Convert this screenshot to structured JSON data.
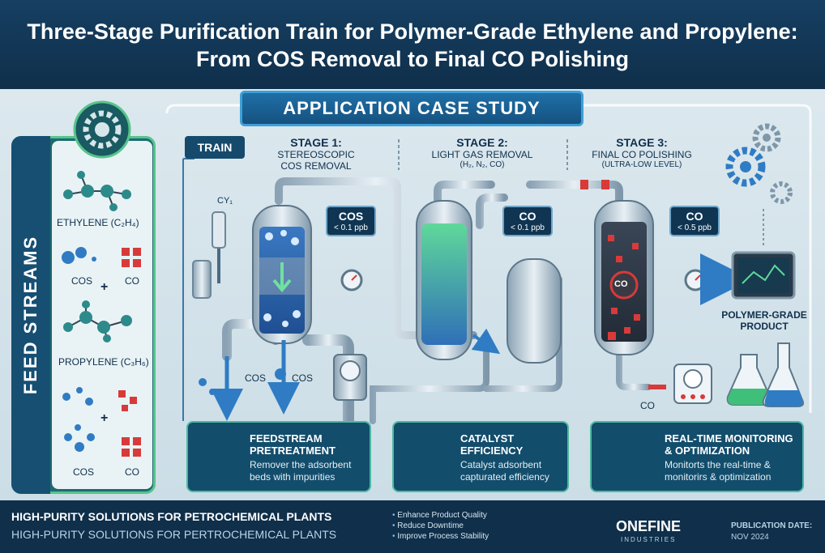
{
  "title": "Three-Stage Purification Train for Polymer-Grade Ethylene and Propylene: From COS Removal to Final CO Polishing",
  "banner": "APPLICATION CASE STUDY",
  "feed": {
    "panel_label": "FEED STREAMS",
    "ethylene": "ETHYLENE (C₂H₄)",
    "propylene": "PROPYLENE (C₃H₆)",
    "cos1": "COS",
    "co1": "CO",
    "cos2": "COS",
    "co2": "CO",
    "plus": "+"
  },
  "train_label": "TRAIN",
  "valve_label": "CY₁",
  "stages": [
    {
      "head": "STAGE 1:",
      "line1": "STEREOSCOPIC",
      "line2": "COS REMOVAL"
    },
    {
      "head": "STAGE 2:",
      "line1": "LIGHT GAS REMOVAL",
      "line2": "(H₂, N₂, CO)"
    },
    {
      "head": "STAGE 3:",
      "line1": "FINAL CO POLISHING",
      "line2": "(ULTRA-LOW LEVEL)"
    }
  ],
  "badges": [
    {
      "name": "COS",
      "value": "< 0.1 ppb"
    },
    {
      "name": "CO",
      "value": "< 0.1 ppb"
    },
    {
      "name": "CO",
      "value": "< 0.5 ppb"
    }
  ],
  "outflow": {
    "cos_a": "COS",
    "cos_b": "COS",
    "co": "CO",
    "vessel_co": "CO"
  },
  "product": {
    "line1": "POLYMER-GRADE",
    "line2": "PRODUCT"
  },
  "cards": [
    {
      "title1": "FEEDSTREAM",
      "title2": "PRETREATMENT",
      "desc1": "Remover the adsorbent",
      "desc2": "beds with impurities"
    },
    {
      "title1": "CATALYST",
      "title2": "EFFICIENCY",
      "desc1": "Catalyst adsorbent",
      "desc2": "capturated efficiency"
    },
    {
      "title1": "REAL-TIME MONITORING",
      "title2": "& OPTIMIZATION",
      "desc1": "Monitorts the real-time &",
      "desc2": "monitorirs & optimization"
    }
  ],
  "footer": {
    "line1": "HIGH-PURITY SOLUTIONS FOR PETROCHEMICAL PLANTS",
    "line2": "HIGH-PURITY SOLUTIONS FOR PERTROCHEMICAL PLANTS",
    "bullets": [
      "Enhance Product Quality",
      "Reduce Downtime",
      "Improve Process Stability"
    ],
    "brand": "ONEFINE",
    "brand_sub": "INDUSTRIES",
    "pub_label": "PUBLICATION DATE:",
    "pub_date": "NOV 2024"
  },
  "colors": {
    "navy": "#0f2f4a",
    "teal": "#1d6a72",
    "accent_blue": "#1f6fa7",
    "green": "#57c48a",
    "impurity_red": "#d83a3a"
  }
}
